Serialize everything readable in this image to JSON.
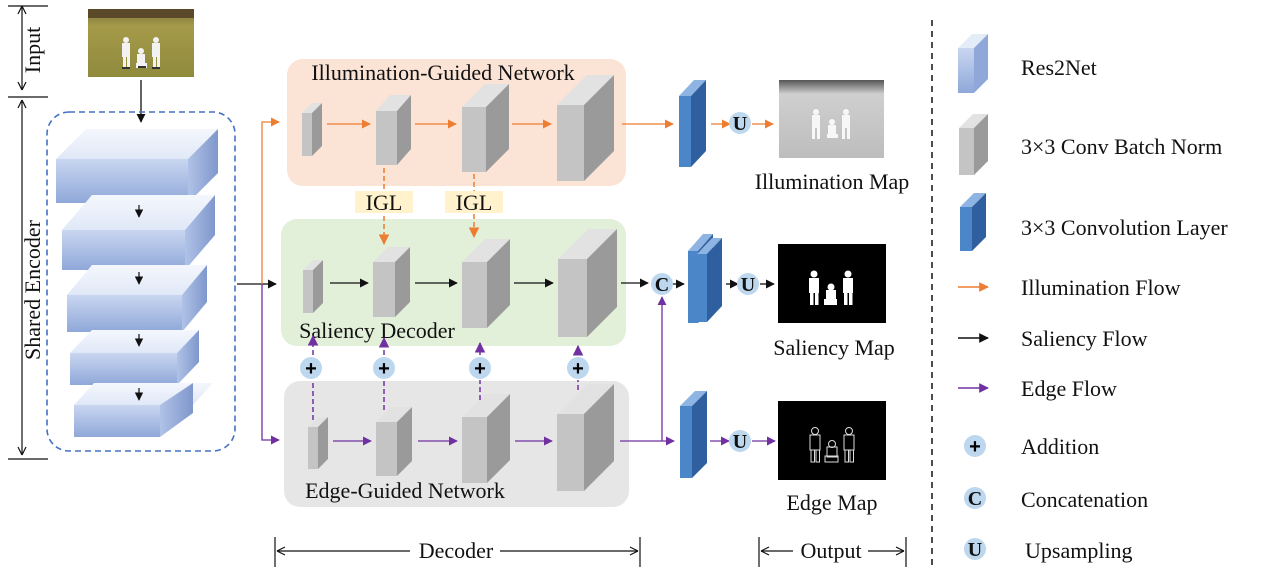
{
  "side_labels": {
    "input": "Input",
    "shared_encoder": "Shared Encoder"
  },
  "branches": {
    "illumination": "Illumination-Guided Network",
    "saliency": "Saliency Decoder",
    "edge": "Edge-Guided Network"
  },
  "igl_label": "IGL",
  "ops": {
    "upsampling": "U",
    "concatenation": "C",
    "addition": "+"
  },
  "outputs": {
    "illumination_map": "Illumination Map",
    "saliency_map": "Saliency Map",
    "edge_map": "Edge Map"
  },
  "bottom": {
    "decoder": "Decoder",
    "output": "Output"
  },
  "legend": [
    {
      "symbol": "res2net-block",
      "label": "Res2Net"
    },
    {
      "symbol": "gray-block",
      "label": "3×3 Conv Batch Norm"
    },
    {
      "symbol": "blue-block",
      "label": "3×3 Convolution Layer"
    },
    {
      "symbol": "orange-arrow",
      "label": "Illumination Flow"
    },
    {
      "symbol": "black-arrow",
      "label": "Saliency Flow"
    },
    {
      "symbol": "purple-arrow",
      "label": "Edge Flow"
    },
    {
      "symbol": "addition",
      "label": "Addition"
    },
    {
      "symbol": "concatenation",
      "label": "Concatenation"
    },
    {
      "symbol": "upsampling",
      "label": "Upsampling"
    }
  ],
  "colors": {
    "illumination_bg": "#fbe3d6",
    "saliency_bg": "#e2f0d9",
    "edge_bg": "#e7e6e6",
    "orange": "#ed7d31",
    "purple": "#7030a0",
    "blue": "#4a86c8",
    "circle": "#bdd7ee",
    "igl_bg": "#fff2cc"
  }
}
